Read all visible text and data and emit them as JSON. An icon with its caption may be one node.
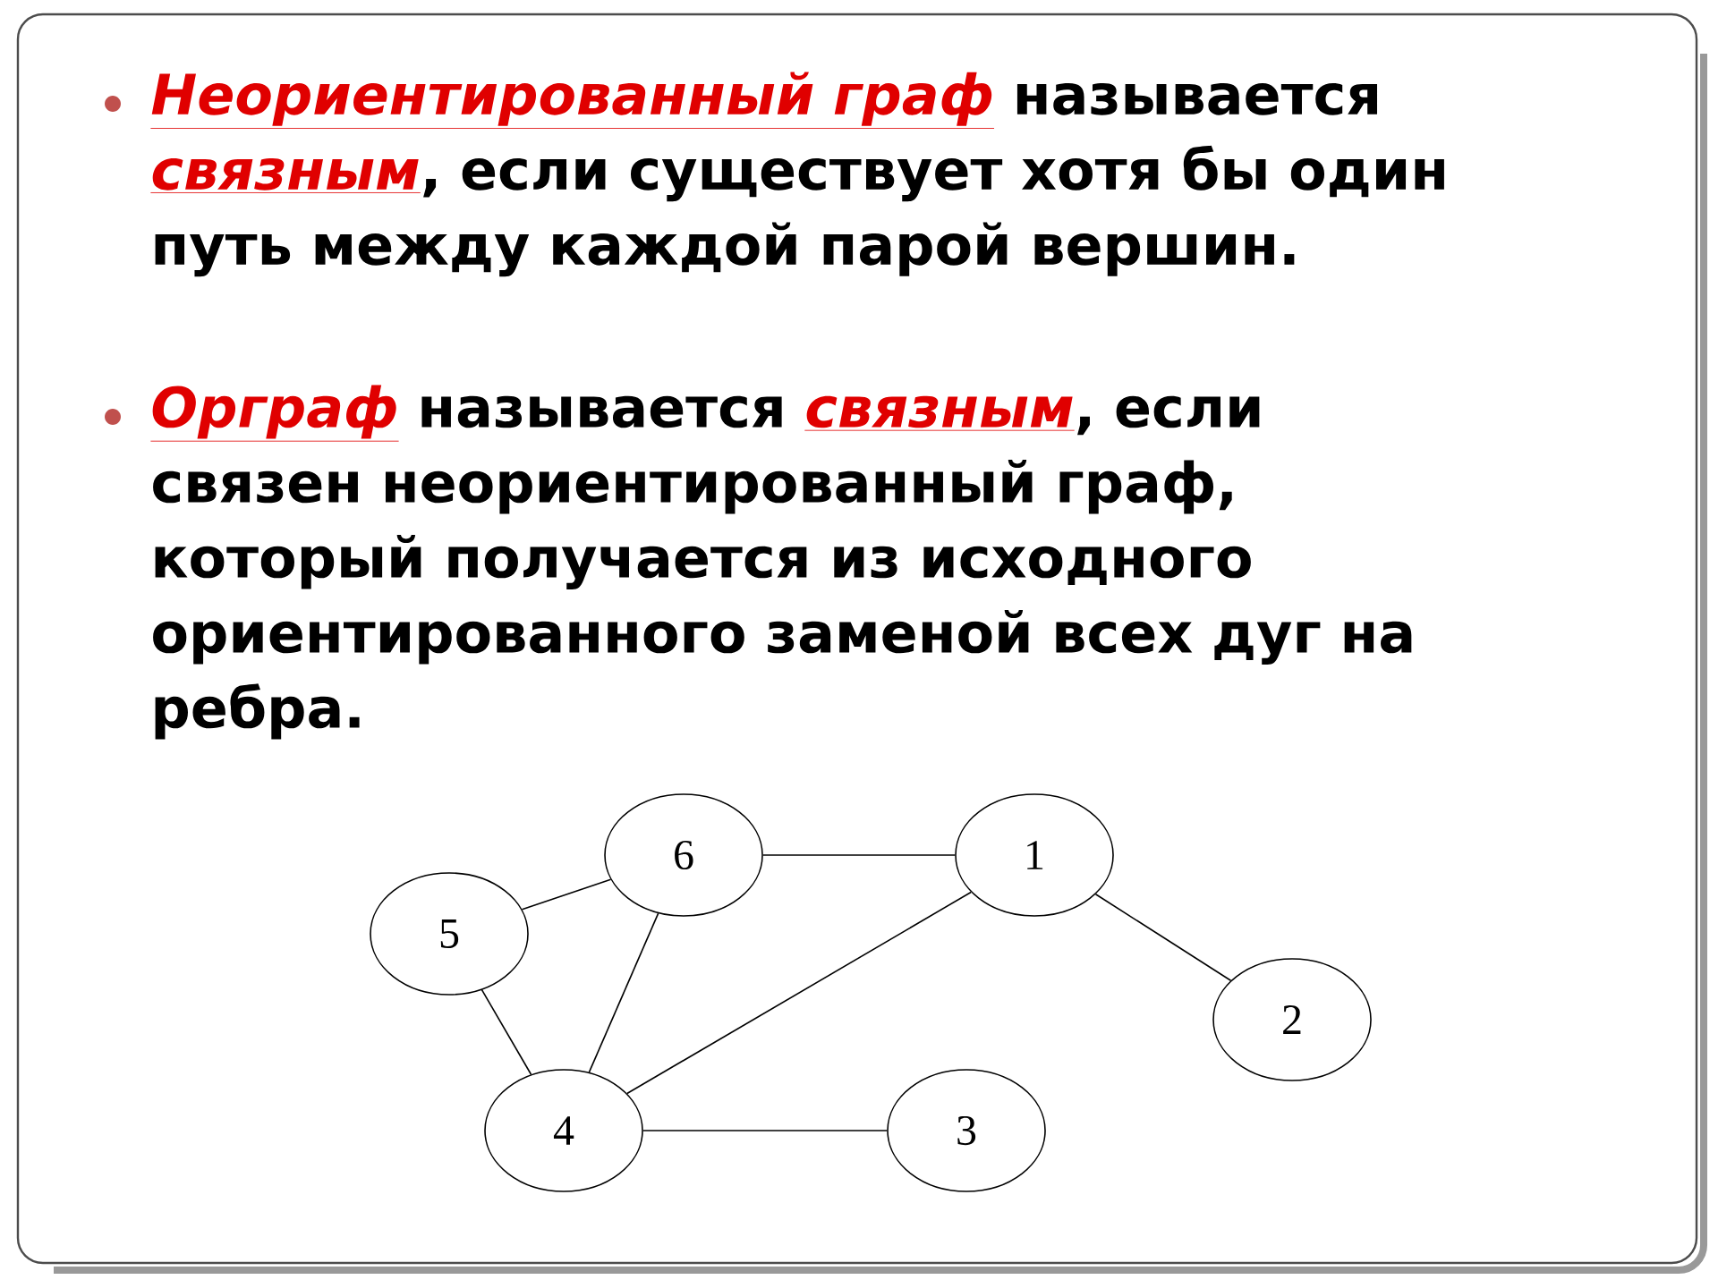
{
  "diagram": {
    "nodes": [
      {
        "text": [
          "6"
        ]
      },
      {
        "text": [
          "1"
        ]
      },
      {
        "text": [
          "5"
        ]
      },
      {
        "text": [
          "2"
        ]
      },
      {
        "text": [
          "4"
        ]
      },
      {
        "text": [
          "3"
        ]
      }
    ],
    "edges": [
      {
        "from": 0,
        "to": 1,
        "arrow": "none"
      },
      {
        "from": 2,
        "to": 0,
        "arrow": "none"
      },
      {
        "from": 0,
        "to": 4,
        "arrow": "none"
      },
      {
        "from": 1,
        "to": 4,
        "arrow": "none"
      },
      {
        "from": 1,
        "to": 3,
        "arrow": "none"
      },
      {
        "from": 2,
        "to": 4,
        "arrow": "none"
      },
      {
        "from": 4,
        "to": 5,
        "arrow": "none"
      }
    ],
    "labels": [
      "*Неориентированный граф* называется *связным*, если существует хотя бы один путь между каждой парой вершин.",
      "*Орграф* называется *связным*, если связен неориентированный граф, который получается из исходного ориентированного заменой всех дуг на ребра."
    ]
  }
}
